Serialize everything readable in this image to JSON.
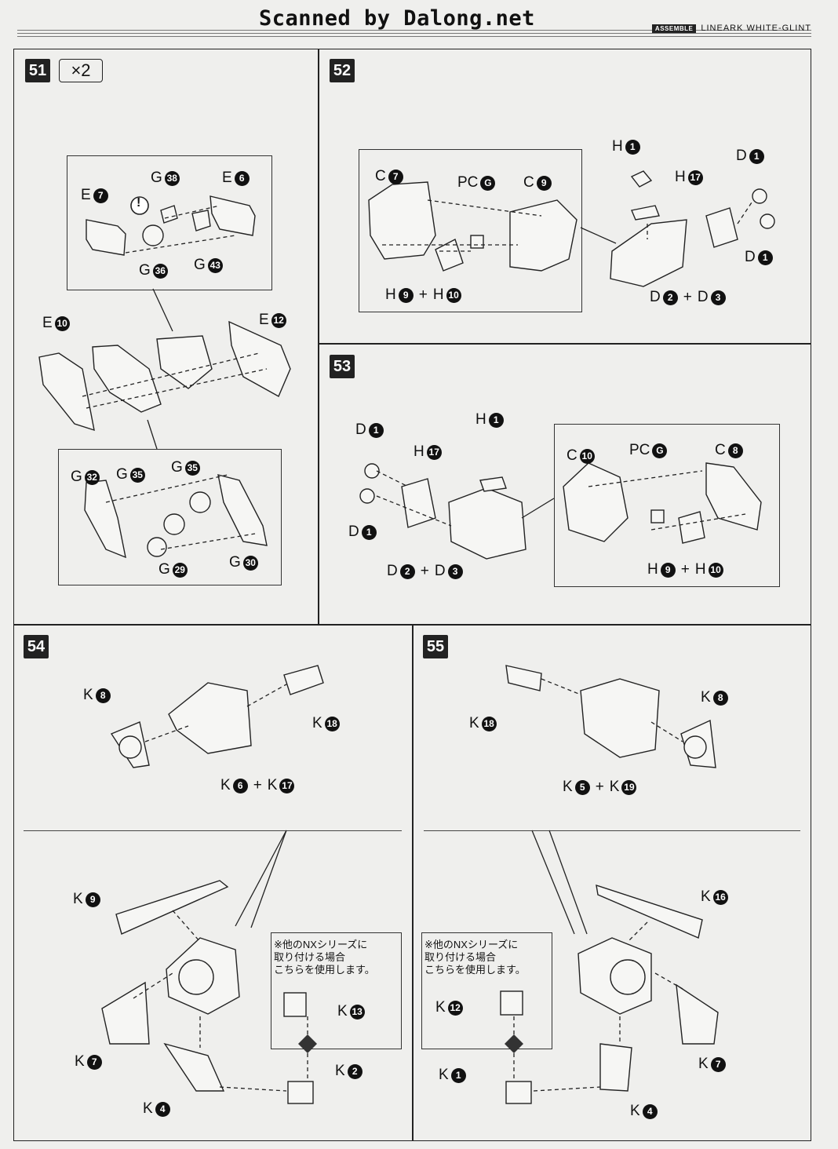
{
  "header": {
    "scan_banner": "Scanned by Dalong.net",
    "assemble": "ASSEMBLE",
    "model": "LINEARK  WHITE-GLINT"
  },
  "steps": {
    "s51": {
      "number": "51",
      "qty": "×2",
      "top": {
        "e7": [
          "E",
          "7"
        ],
        "g38": [
          "G",
          "38"
        ],
        "e6": [
          "E",
          "6"
        ],
        "g36": [
          "G",
          "36"
        ],
        "g43": [
          "G",
          "43"
        ],
        "warn": "!"
      },
      "mid": {
        "e10": [
          "E",
          "10"
        ],
        "e12": [
          "E",
          "12"
        ]
      },
      "bottom": {
        "g32": [
          "G",
          "32"
        ],
        "g35a": [
          "G",
          "35"
        ],
        "g35b": [
          "G",
          "35"
        ],
        "g29": [
          "G",
          "29"
        ],
        "g30": [
          "G",
          "30"
        ]
      }
    },
    "s52": {
      "number": "52",
      "left": {
        "c7": [
          "C",
          "7"
        ],
        "pcg": [
          "PC",
          "G"
        ],
        "c9": [
          "C",
          "9"
        ],
        "h9": [
          "H",
          "9"
        ],
        "h10": [
          "H",
          "10"
        ]
      },
      "right": {
        "h1": [
          "H",
          "1"
        ],
        "h17": [
          "H",
          "17"
        ],
        "d1a": [
          "D",
          "1"
        ],
        "d1b": [
          "D",
          "1"
        ],
        "d2": [
          "D",
          "2"
        ],
        "d3": [
          "D",
          "3"
        ]
      }
    },
    "s53": {
      "number": "53",
      "left": {
        "d1a": [
          "D",
          "1"
        ],
        "d1b": [
          "D",
          "1"
        ],
        "h1": [
          "H",
          "1"
        ],
        "h17": [
          "H",
          "17"
        ],
        "d2": [
          "D",
          "2"
        ],
        "d3": [
          "D",
          "3"
        ]
      },
      "right": {
        "c10": [
          "C",
          "10"
        ],
        "pcg": [
          "PC",
          "G"
        ],
        "c8": [
          "C",
          "8"
        ],
        "h9": [
          "H",
          "9"
        ],
        "h10": [
          "H",
          "10"
        ]
      }
    },
    "s54": {
      "number": "54",
      "top": {
        "k8": [
          "K",
          "8"
        ],
        "k18": [
          "K",
          "18"
        ],
        "k6": [
          "K",
          "6"
        ],
        "k17": [
          "K",
          "17"
        ]
      },
      "bottom": {
        "k9": [
          "K",
          "9"
        ],
        "k7": [
          "K",
          "7"
        ],
        "k4": [
          "K",
          "4"
        ],
        "k2": [
          "K",
          "2"
        ],
        "k13": [
          "K",
          "13"
        ]
      },
      "note": [
        "※他のNXシリーズに",
        "取り付ける場合",
        "こちらを使用します。"
      ]
    },
    "s55": {
      "number": "55",
      "top": {
        "k18": [
          "K",
          "18"
        ],
        "k8": [
          "K",
          "8"
        ],
        "k5": [
          "K",
          "5"
        ],
        "k19": [
          "K",
          "19"
        ]
      },
      "bottom": {
        "k16": [
          "K",
          "16"
        ],
        "k7": [
          "K",
          "7"
        ],
        "k4": [
          "K",
          "4"
        ],
        "k1": [
          "K",
          "1"
        ],
        "k12": [
          "K",
          "12"
        ]
      },
      "note": [
        "※他のNXシリーズに",
        "取り付ける場合",
        "こちらを使用します。"
      ]
    }
  }
}
